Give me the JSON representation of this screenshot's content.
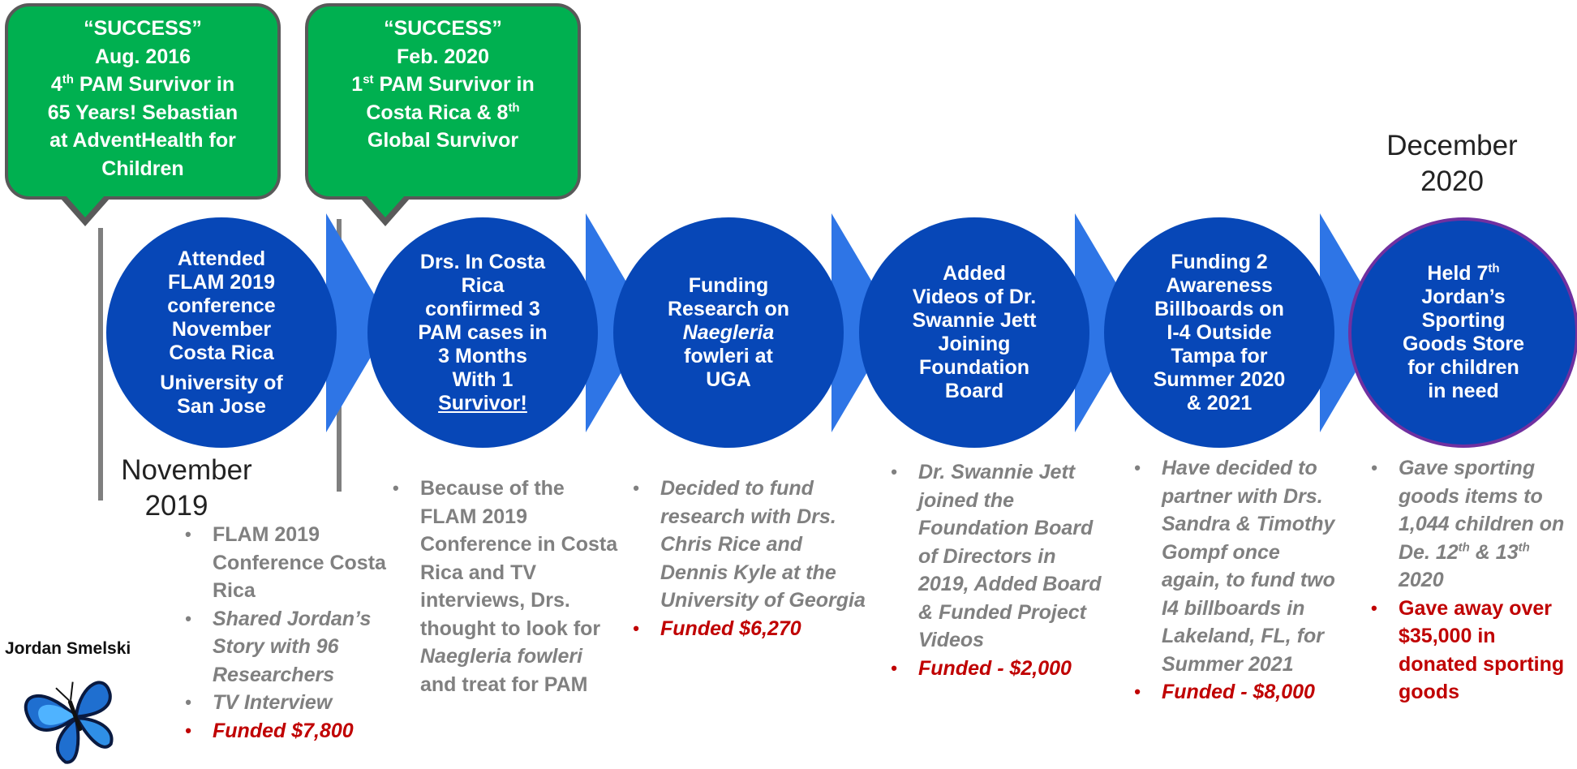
{
  "callouts": [
    {
      "lines": [
        "“SUCCESS”",
        "Aug. 2016",
        "4th PAM Survivor in",
        "65 Years! Sebastian",
        "at AdventHealth for",
        "Children"
      ]
    },
    {
      "lines": [
        "“SUCCESS”",
        "Feb. 2020",
        "1st  PAM Survivor in",
        "Costa Rica & 8th",
        "Global Survivor"
      ]
    }
  ],
  "date_labels": {
    "start": [
      "November",
      "2019"
    ],
    "end": [
      "December",
      "2020"
    ]
  },
  "circles": [
    {
      "lines": [
        "Attended",
        "FLAM 2019",
        "conference",
        "November",
        "Costa Rica",
        "University of",
        "San Jose"
      ]
    },
    {
      "lines": [
        "Drs. In Costa",
        "Rica",
        "confirmed 3",
        "PAM cases in",
        "3 Months",
        "With 1",
        "Survivor!"
      ]
    },
    {
      "lines": [
        "Funding",
        "Research on",
        "Naegleria",
        "fowleri at",
        "UGA"
      ]
    },
    {
      "lines": [
        "Added",
        "Videos of Dr.",
        "Swannie Jett",
        "Joining",
        "Foundation",
        "Board"
      ]
    },
    {
      "lines": [
        "Funding 2",
        "Awareness",
        "Billboards on",
        "I-4 Outside",
        "Tampa for",
        "Summer 2020",
        "& 2021"
      ]
    },
    {
      "lines": [
        "Held 7th",
        "Jordan’s",
        "Sporting",
        "Goods Store",
        "for children",
        "in need"
      ]
    }
  ],
  "bullets": [
    [
      {
        "text": "FLAM 2019 Conference Costa Rica",
        "style": "bold"
      },
      {
        "text": "Shared Jordan’s Story with 96 Researchers",
        "style": "italic"
      },
      {
        "text": "TV Interview",
        "style": "italic"
      },
      {
        "text": "Funded $7,800",
        "style": "red-italic"
      }
    ],
    [
      {
        "text": "Because of the FLAM 2019 Conference in Costa Rica and TV interviews, Drs. thought to look for Naegleria fowleri and treat for PAM",
        "style": "bold"
      }
    ],
    [
      {
        "text": "Decided to fund research with Drs. Chris Rice and Dennis Kyle at the University of Georgia",
        "style": "italic"
      },
      {
        "text": "Funded $6,270",
        "style": "red-italic"
      }
    ],
    [
      {
        "text": "Dr. Swannie Jett joined the Foundation Board of Directors in 2019, Added Board & Funded Project Videos",
        "style": "italic"
      },
      {
        "text": "Funded - $2,000",
        "style": "red-italic"
      }
    ],
    [
      {
        "text": "Have decided to partner with Drs. Sandra & Timothy Gompf once again, to fund two I4 billboards in Lakeland, FL, for Summer 2021",
        "style": "italic"
      },
      {
        "text": "Funded - $8,000",
        "style": "red-italic"
      }
    ],
    [
      {
        "text": "Gave sporting goods items to 1,044 children on De. 12th & 13th 2020",
        "style": "italic"
      },
      {
        "text": "Gave away over $35,000 in donated sporting goods",
        "style": "red"
      }
    ]
  ],
  "logo": {
    "name": "Jordan Smelski",
    "icon": "butterfly-icon"
  },
  "colors": {
    "success_green": "#00b050",
    "circle_blue": "#0747b7",
    "arrow_blue": "#2e75e6",
    "funded_red": "#c00000",
    "bullet_gray": "#808080"
  }
}
